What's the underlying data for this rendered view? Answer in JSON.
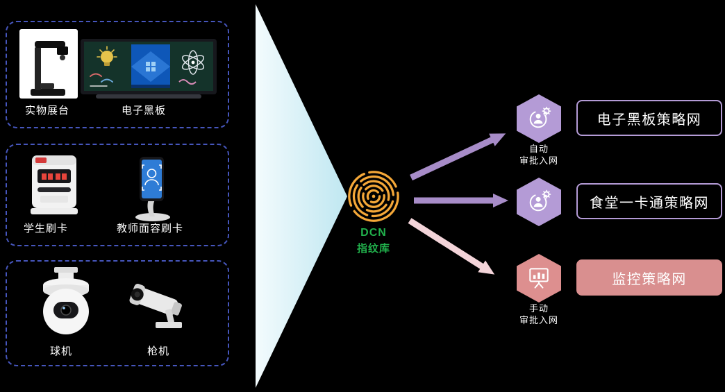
{
  "left_panel": {
    "groups": [
      {
        "name": "display-devices",
        "items": [
          {
            "label": "实物展台",
            "icon": "document-camera"
          },
          {
            "label": "电子黑板",
            "icon": "smart-blackboard"
          }
        ]
      },
      {
        "name": "card-devices",
        "items": [
          {
            "label": "学生刷卡",
            "icon": "card-reader"
          },
          {
            "label": "教师面容刷卡",
            "icon": "face-recognition-phone-stand"
          }
        ]
      },
      {
        "name": "camera-devices",
        "items": [
          {
            "label": "球机",
            "icon": "dome-camera"
          },
          {
            "label": "枪机",
            "icon": "bullet-camera"
          }
        ]
      }
    ]
  },
  "hub": {
    "title": "DCN",
    "subtitle": "指纹库",
    "icon": "fingerprint-icon",
    "title_color": "#21b14c",
    "icon_color": "#f4a738"
  },
  "flows": [
    {
      "caption_line1": "自动",
      "caption_line2": "审批入网",
      "target_label": "电子黑板策略网",
      "node_icon": "automation-process-icon",
      "node_color": "#b49bd6",
      "arrow_color": "#a78cc8",
      "target_style": "outlined"
    },
    {
      "caption_line1": "",
      "caption_line2": "",
      "target_label": "食堂一卡通策略网",
      "node_icon": "automation-process-icon",
      "node_color": "#b49bd6",
      "arrow_color": "#a78cc8",
      "target_style": "outlined"
    },
    {
      "caption_line1": "手动",
      "caption_line2": "审批入网",
      "target_label": "监控策略网",
      "node_icon": "monitoring-dashboard-icon",
      "node_color": "#dd8f8f",
      "arrow_color": "#f3d4d9",
      "target_style": "filled"
    }
  ],
  "colors": {
    "background": "#000000",
    "group_border": "#4656bd",
    "funnel_start": "#f3fbfd",
    "funnel_end": "#bfe7f1",
    "purple": "#b49bd6",
    "pink": "#dd8f8f",
    "label_text": "#ffffff"
  }
}
